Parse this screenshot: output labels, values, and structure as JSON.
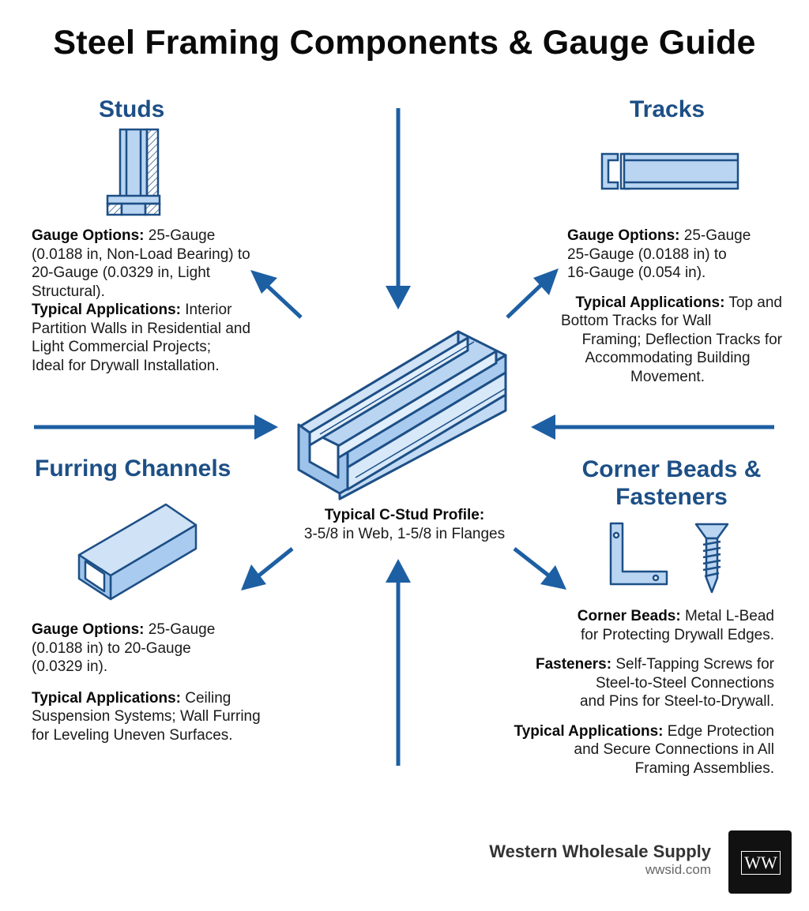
{
  "title": "Steel Framing Components & Gauge Guide",
  "colors": {
    "accent": "#1d4f86",
    "fill": "#b9d5f2",
    "arrow": "#1d5fa3"
  },
  "center": {
    "label": "Typical C-Stud Profile:",
    "value": "3-5/8 in Web, 1-5/8 in Flanges"
  },
  "studs": {
    "title": "Studs",
    "icon": "stud-profile-icon",
    "gauge_label": "Gauge Options:",
    "gauge_text_1": " 25-Gauge",
    "gauge_text_2": "(0.0188 in, Non-Load Bearing) to",
    "gauge_text_3": "20-Gauge (0.0329 in, Light",
    "gauge_text_4": "Structural).",
    "app_label": "Typical Applications:",
    "app_text_1": " Interior",
    "app_text_2": "Partition Walls in Residential and",
    "app_text_3": "Light Commercial Projects;",
    "app_text_4": "Ideal for Drywall Installation."
  },
  "tracks": {
    "title": "Tracks",
    "icon": "track-profile-icon",
    "gauge_label": "Gauge Options:",
    "gauge_text_1": " 25-Gauge",
    "gauge_text_2": "25-Gauge (0.0188 in) to",
    "gauge_text_3": "16-Gauge (0.054 in).",
    "app_label": "Typical Applications:",
    "app_text_1": " Top and",
    "app_text_2": "Bottom Tracks for Wall",
    "app_text_3": "Framing; Deflection Tracks for",
    "app_text_4": "Accommodating Building",
    "app_text_5": "Movement."
  },
  "furring": {
    "title": "Furring Channels",
    "icon": "furring-channel-icon",
    "gauge_label": "Gauge Options:",
    "gauge_text_1": " 25-Gauge",
    "gauge_text_2": "(0.0188 in) to 20-Gauge",
    "gauge_text_3": "(0.0329 in).",
    "app_label": "Typical Applications:",
    "app_text_1": " Ceiling",
    "app_text_2": "Suspension Systems; Wall Furring",
    "app_text_3": "for Leveling Uneven Surfaces."
  },
  "corner": {
    "title_1": "Corner Beads &",
    "title_2": "Fasteners",
    "icons": [
      "l-bead-icon",
      "screw-icon"
    ],
    "beads_label": "Corner Beads:",
    "beads_text_1": " Metal L-Bead",
    "beads_text_2": "for Protecting Drywall Edges.",
    "fasteners_label": "Fasteners:",
    "fasteners_text_1": " Self-Tapping Screws for",
    "fasteners_text_2": "Steel-to-Steel Connections",
    "fasteners_text_3": "and Pins for Steel-to-Drywall.",
    "app_label": "Typical Applications:",
    "app_text_1": " Edge Protection",
    "app_text_2": "and Secure Connections in All",
    "app_text_3": "Framing Assemblies."
  },
  "brand": {
    "name": "Western Wholesale Supply",
    "url": "wwsid.com",
    "logo_text": "WW"
  }
}
